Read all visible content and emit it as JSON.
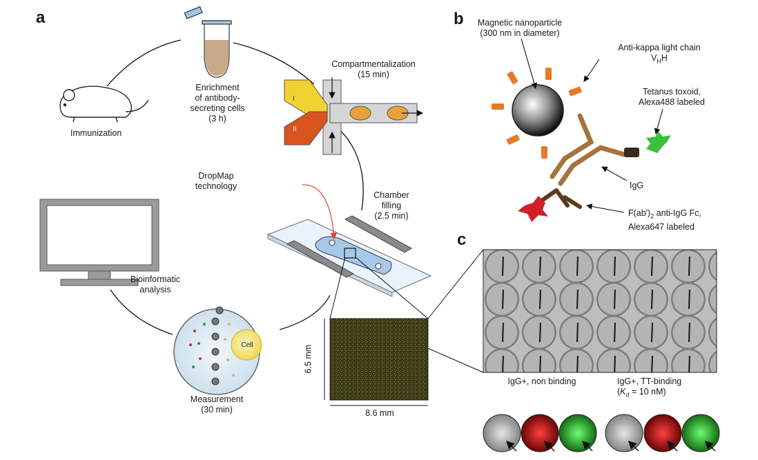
{
  "panels": {
    "a": "a",
    "b": "b",
    "c": "c"
  },
  "panel_a": {
    "immunization": "Immunization",
    "enrichment": [
      "Enrichment",
      "of antibody-",
      "secreting cells",
      "(3 h)"
    ],
    "compartmentalization": [
      "Compartmentalization",
      "(15 min)"
    ],
    "channel_labels": [
      "I",
      "II"
    ],
    "dropmap": [
      "DropMap",
      "technology"
    ],
    "chamber_filling": [
      "Chamber",
      "filling",
      "(2.5 min)"
    ],
    "bioinformatic": [
      "Bioinformatic",
      "analysis"
    ],
    "cell": "Cell",
    "measurement": [
      "Measurement",
      "(30 min)"
    ],
    "dim_height": "6.5 mm",
    "dim_width": "8.6 mm"
  },
  "panel_b": {
    "nanoparticle": [
      "Magnetic nanoparticle",
      "(300 nm in diameter)"
    ],
    "anti_kappa": "Anti-kappa light chain",
    "vhh_main": "V",
    "vhh_sub": "H",
    "vhh_end": "H",
    "tetanus": [
      "Tetanus toxoid,",
      "Alexa488 labeled"
    ],
    "igg": "IgG",
    "fab_pre": "F(ab′)",
    "fab_sub": "2",
    "fab_post": " anti-IgG Fc,",
    "alexa647": "Alexa647 labeled"
  },
  "panel_c": {
    "non_binding": "IgG+, non binding",
    "tt_binding": "IgG+, TT-binding",
    "kd_open": "(",
    "kd_k": "K",
    "kd_sub": "d",
    "kd_rest": " = 10 nM)"
  },
  "colors": {
    "yellow_channel": "#f2d230",
    "red_channel": "#d9531e",
    "droplet": "#e8a23c",
    "vhh_orange": "#e87a2a",
    "igg_brown": "#a6733d",
    "fab_dark": "#5c3a1e",
    "green_star": "#3cbf3c",
    "red_star": "#d0202a",
    "chip_blue": "#bcd6ee"
  }
}
